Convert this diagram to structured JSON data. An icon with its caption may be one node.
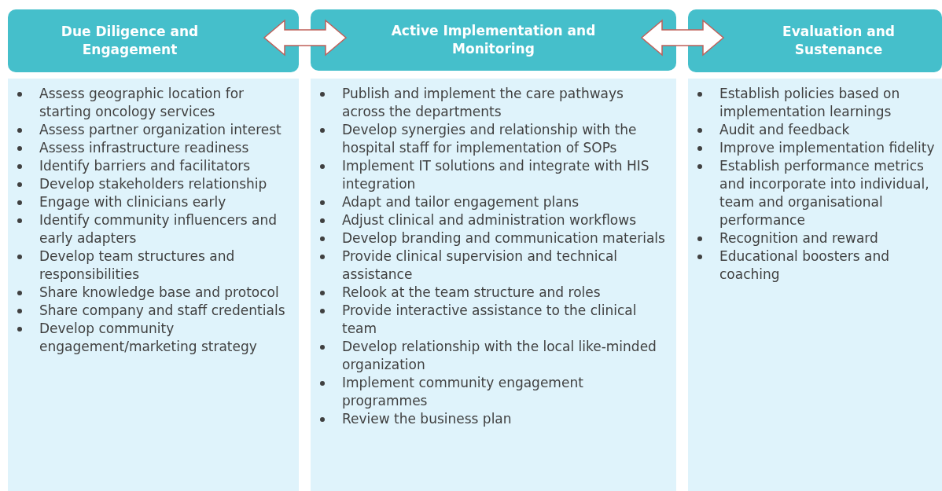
{
  "diagram": {
    "nodes": [
      {
        "text": [
          "Due Diligence and Engagement"
        ]
      },
      {
        "text": [
          "Active Implementation and Monitoring"
        ]
      },
      {
        "text": [
          "Evaluation and Sustenance"
        ]
      },
      {
        "text": [
          "Assess geographic location for starting oncology services",
          "Assess partner organization interest",
          "Assess infrastructure readiness",
          "Identify barriers and facilitators",
          "Develop stakeholders relationship",
          "Engage with clinicians early",
          "Identify community influencers and early adapters",
          "Develop team structures and responsibilities",
          "Share knowledge base and protocol",
          "Share company and staff credentials",
          "Develop community engagement/marketing strategy"
        ]
      },
      {
        "text": [
          "Publish and implement the care pathways across the departments",
          "Develop synergies and relationship with the hospital staff for implementation of SOPs",
          "Implement IT solutions and integrate with HIS integration",
          "Adapt and tailor engagement plans",
          "Adjust clinical and administration workflows",
          "Develop branding and communication materials",
          "Provide clinical supervision and technical assistance",
          "Relook at the team structure and roles",
          "Provide interactive assistance to the clinical team",
          "Develop relationship with the local like-minded organization",
          "Implement community engagement programmes",
          "Review the business plan"
        ]
      },
      {
        "text": [
          "Establish policies based on implementation learnings",
          "Audit and feedback",
          "Improve implementation fidelity",
          "Establish performance metrics and incorporate into individual, team and organisational performance",
          "Recognition and reward",
          "Educational boosters and coaching"
        ]
      }
    ],
    "edges": [
      {
        "from": 0,
        "to": 1,
        "arrow": "both"
      },
      {
        "from": 1,
        "to": 2,
        "arrow": "both"
      }
    ]
  }
}
